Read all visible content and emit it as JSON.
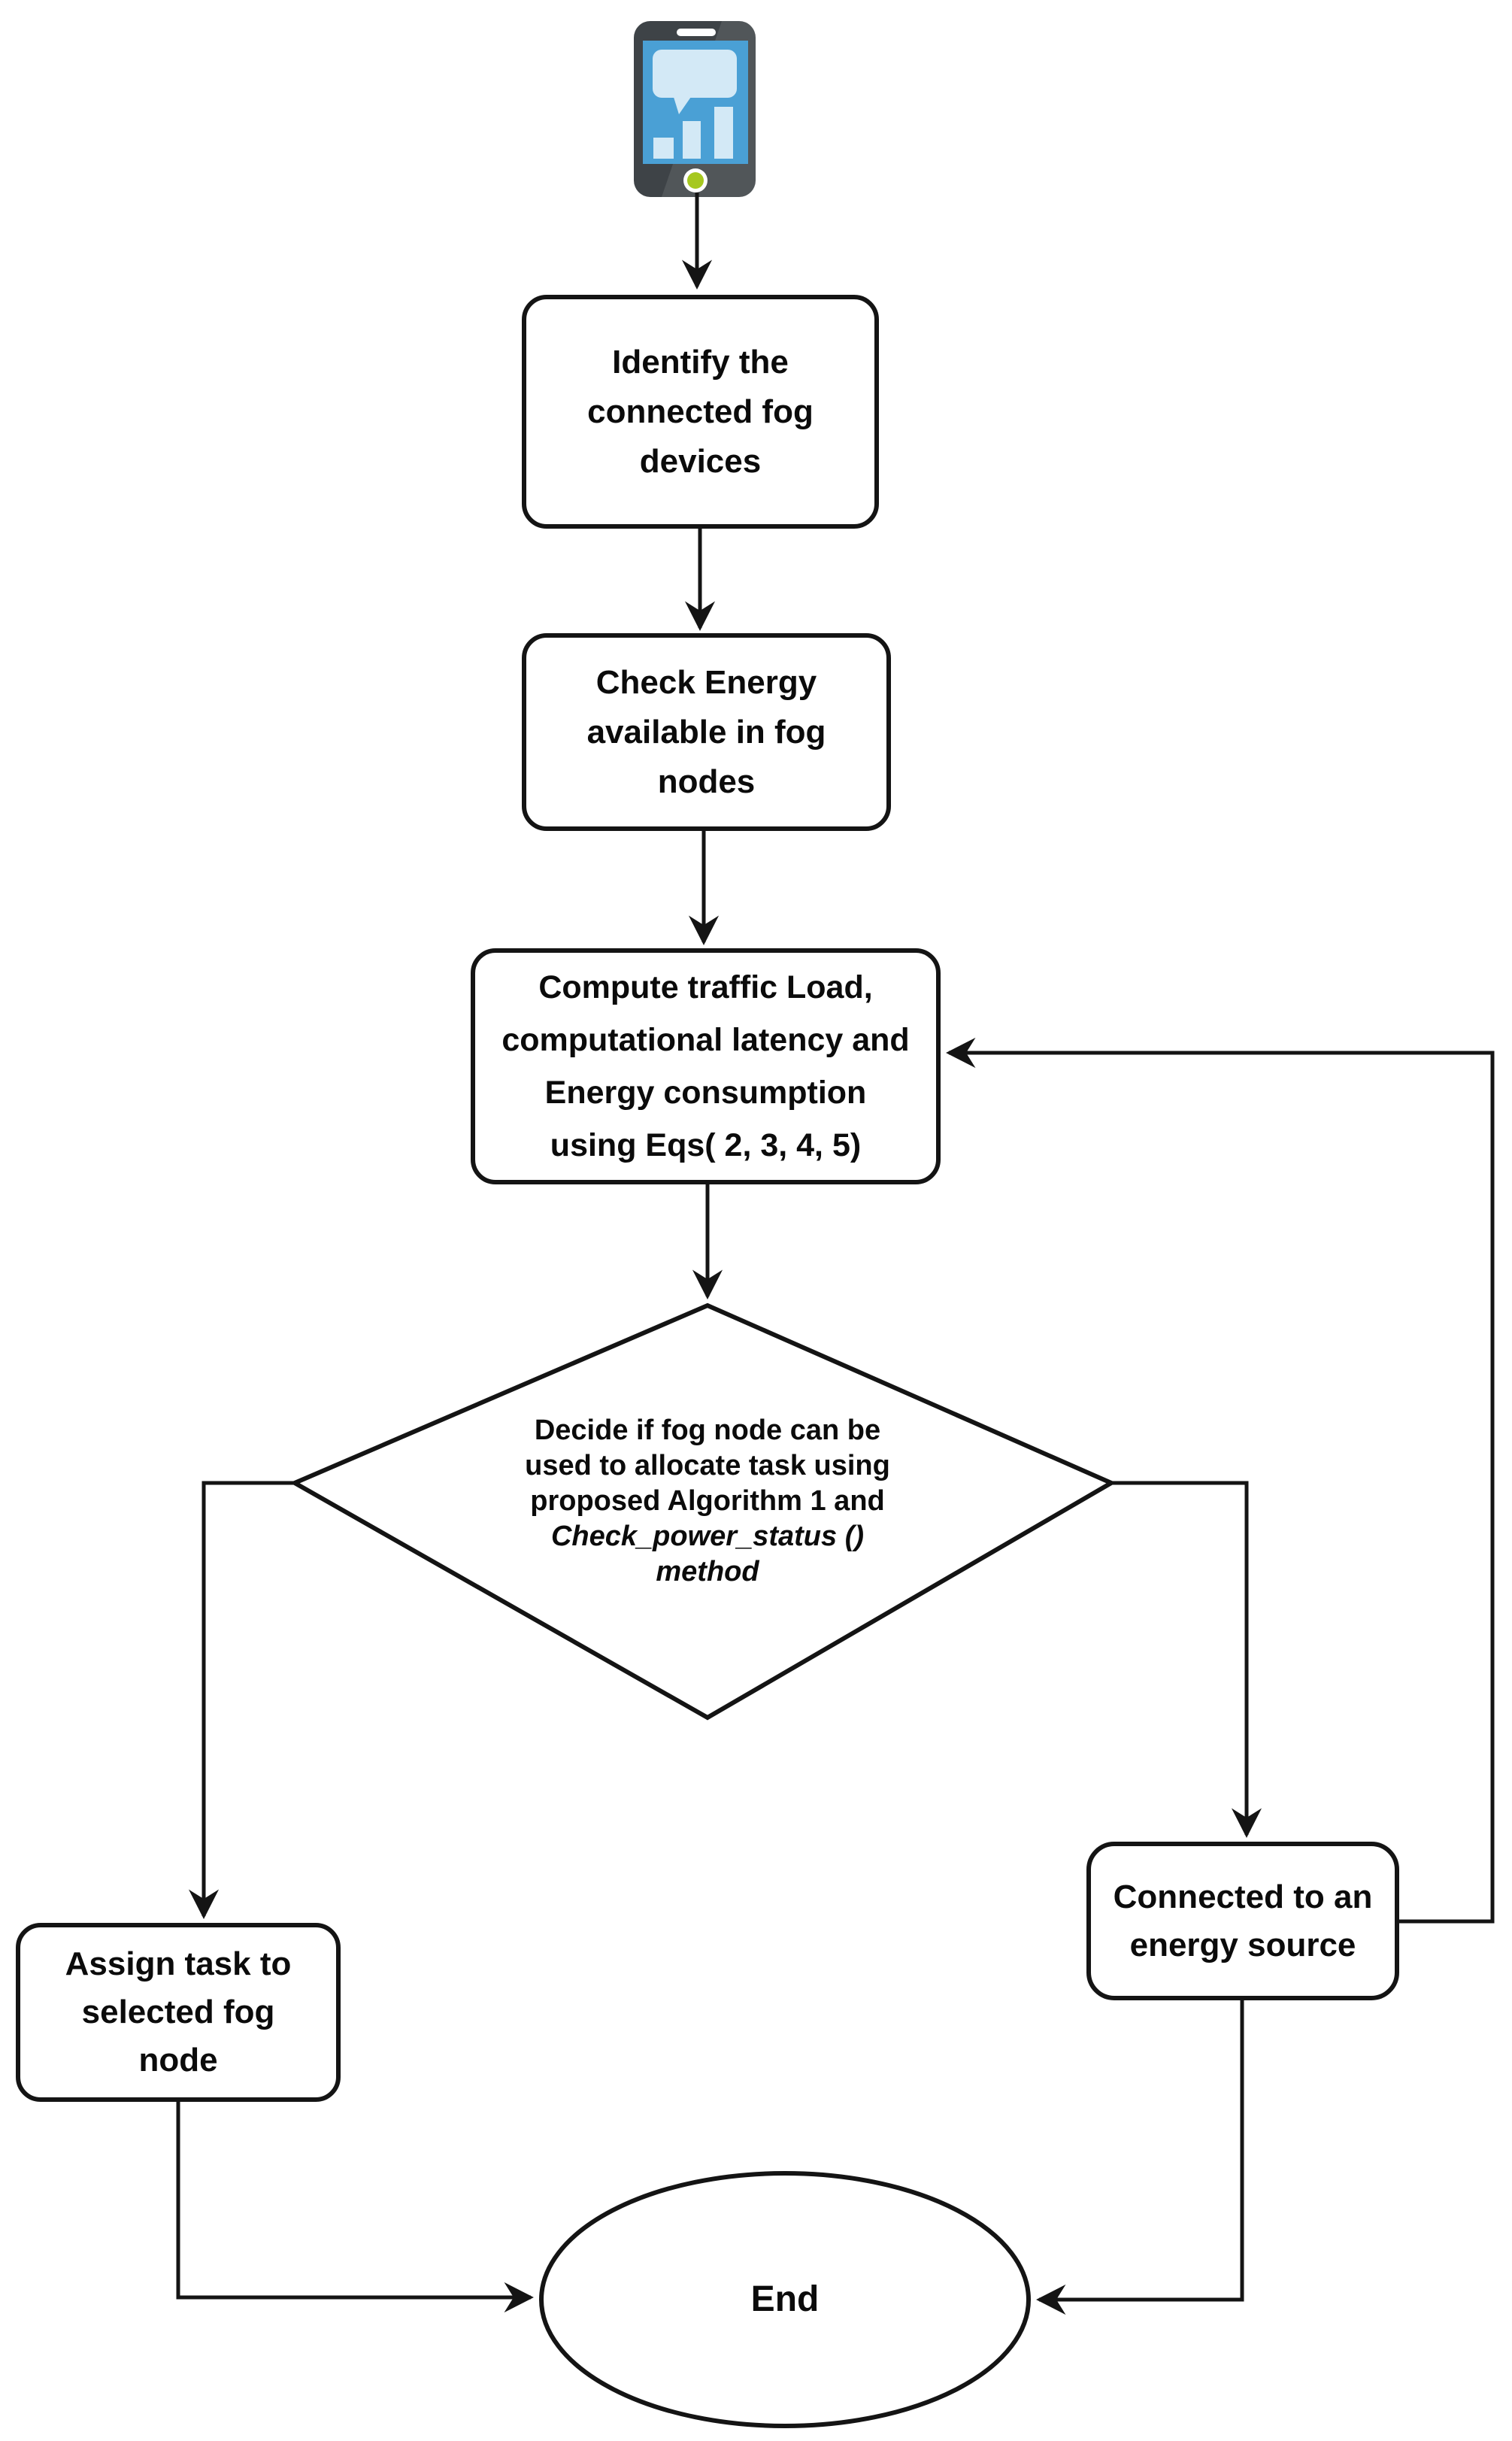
{
  "colors": {
    "background": "#ffffff",
    "stroke": "#141414",
    "text": "#0b0b0b",
    "phone_body": "#3e4347",
    "phone_screen": "#4aa0d5",
    "phone_detail": "#d3e9f6",
    "phone_home_button": "#a6c81f"
  },
  "flowchart": {
    "start_icon": "smartphone-analytics-icon",
    "nodes": {
      "identify": {
        "type": "process",
        "lines": [
          "Identify the",
          "connected fog",
          "devices"
        ]
      },
      "check_energy": {
        "type": "process",
        "lines": [
          "Check Energy",
          "available in fog",
          "nodes"
        ]
      },
      "compute": {
        "type": "process",
        "lines": [
          "Compute traffic Load,",
          "computational latency and",
          "Energy consumption",
          "using Eqs( 2, 3, 4, 5)"
        ]
      },
      "decision": {
        "type": "decision",
        "lines": [
          "Decide if fog node can be",
          "used to allocate task using",
          "proposed Algorithm 1  and"
        ],
        "lines_italic": [
          "Check_power_status ()",
          "method"
        ]
      },
      "assign_task": {
        "type": "process",
        "lines": [
          "Assign task to",
          "selected fog",
          "node"
        ]
      },
      "energy_source": {
        "type": "process",
        "lines": [
          "Connected to an",
          "energy source"
        ]
      },
      "end": {
        "type": "terminator",
        "label": "End"
      }
    }
  }
}
